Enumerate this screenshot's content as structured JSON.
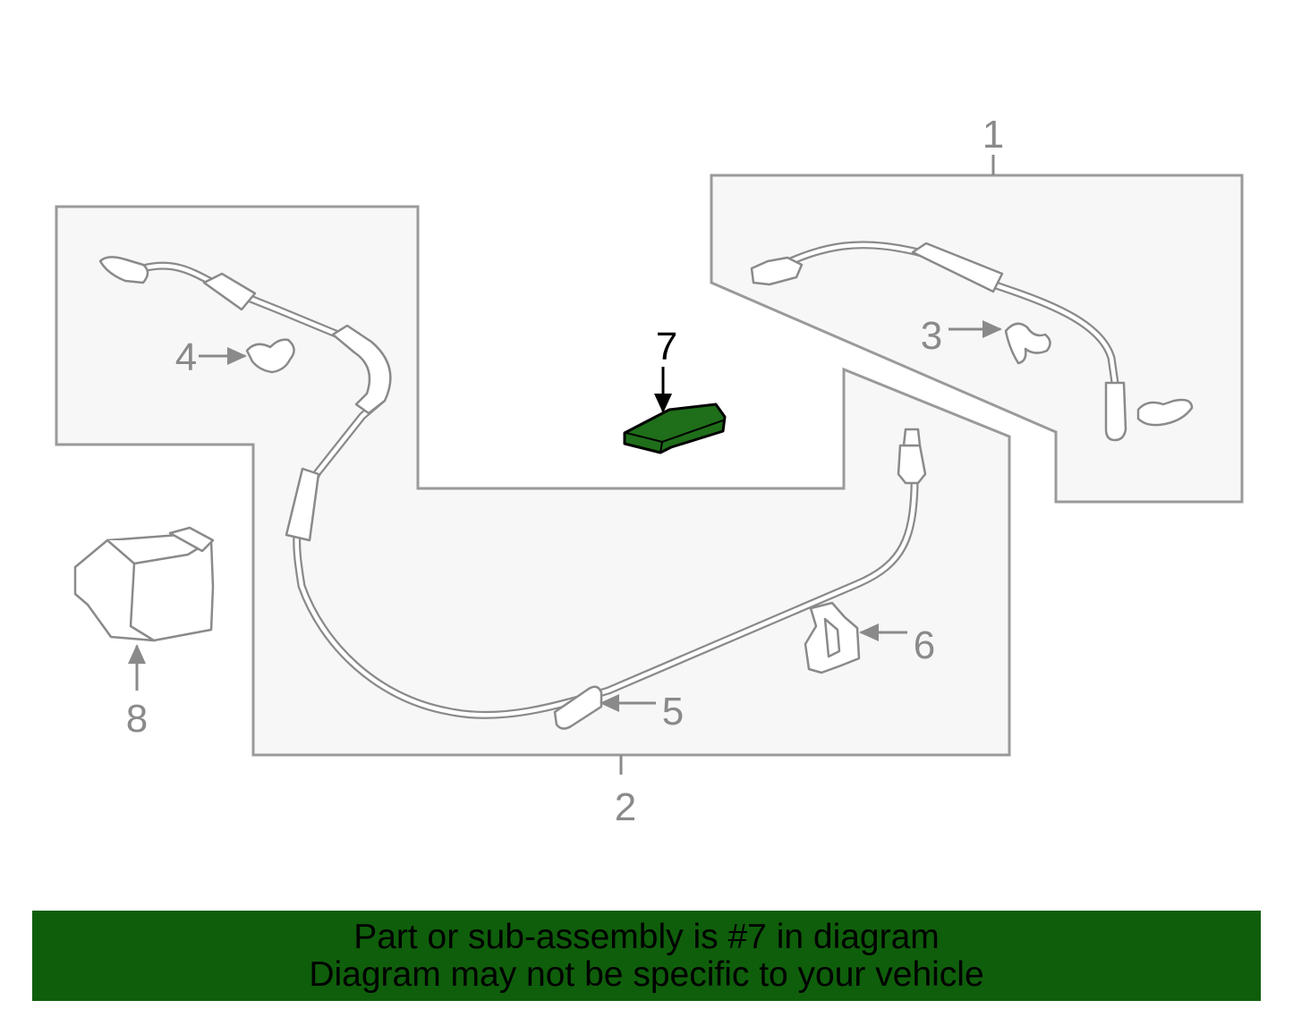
{
  "callouts": {
    "c1": "1",
    "c2": "2",
    "c3": "3",
    "c4": "4",
    "c5": "5",
    "c6": "6",
    "c7": "7",
    "c8": "8"
  },
  "banner": {
    "line1": "Part or sub-assembly is #7 in diagram",
    "line2": "Diagram may not be specific to your vehicle"
  },
  "colors": {
    "highlight_part": "#1f6e1a",
    "banner_background": "#0f5e0b",
    "callout_gray": "#8a8a8a"
  },
  "highlighted_part": "7"
}
